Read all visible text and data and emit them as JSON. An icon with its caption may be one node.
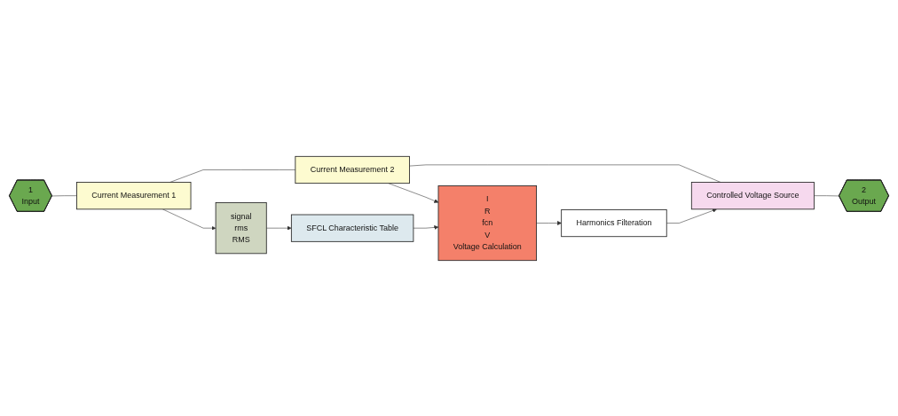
{
  "diagram": {
    "nodes": [
      {
        "text": [
          "1",
          "Input"
        ]
      },
      {
        "text": [
          "Current Measurement 1"
        ]
      },
      {
        "text": [
          "Current Measurement 2"
        ]
      },
      {
        "text": [
          "signal",
          "rms",
          "RMS"
        ]
      },
      {
        "text": [
          "SFCL Characteristic Table"
        ]
      },
      {
        "text": [
          "I",
          "R",
          "fcn",
          "V",
          "Voltage Calculation"
        ]
      },
      {
        "text": [
          "Harmonics Filteration"
        ]
      },
      {
        "text": [
          "Controlled Voltage Source"
        ]
      },
      {
        "text": [
          "2",
          "Output"
        ]
      }
    ],
    "edges": [
      {
        "from": 0,
        "to": 1,
        "arrow": "none"
      },
      {
        "from": 1,
        "to": 2,
        "arrow": "none"
      },
      {
        "from": 1,
        "to": 3,
        "arrow": "to"
      },
      {
        "from": 2,
        "to": 5,
        "arrow": "to"
      },
      {
        "from": 2,
        "to": 7,
        "arrow": "none"
      },
      {
        "from": 3,
        "to": 4,
        "arrow": "to"
      },
      {
        "from": 4,
        "to": 5,
        "arrow": "to"
      },
      {
        "from": 5,
        "to": 6,
        "arrow": "to"
      },
      {
        "from": 6,
        "to": 7,
        "arrow": "to"
      },
      {
        "from": 7,
        "to": 8,
        "arrow": "none"
      }
    ]
  }
}
